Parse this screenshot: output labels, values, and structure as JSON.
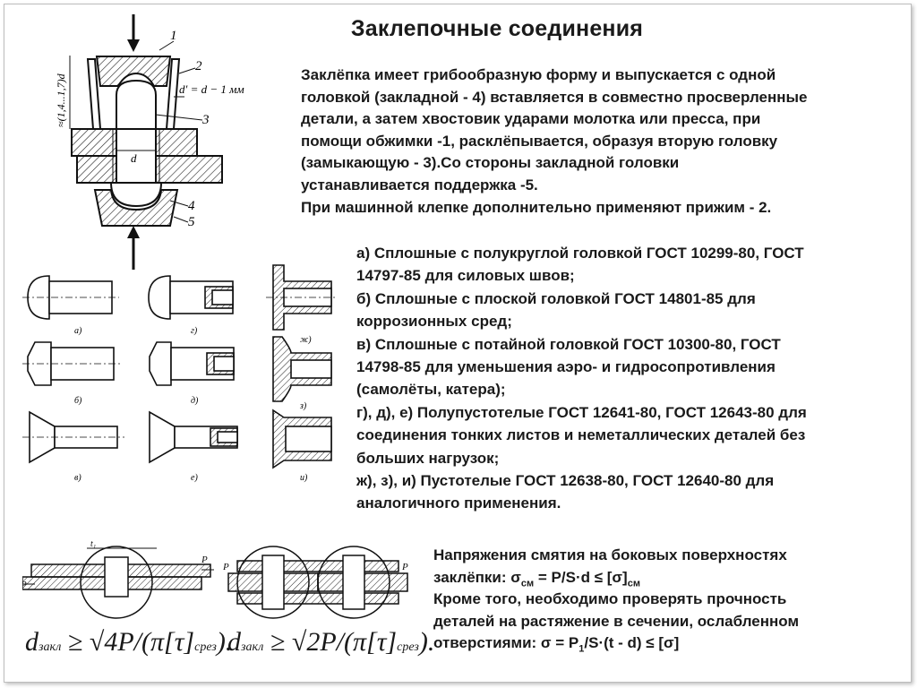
{
  "title": "Заклепочные соединения",
  "intro": [
    "Заклёпка имеет грибообразную форму и выпускается с одной",
    "головкой (закладной - 4) вставляется в совместно просверленные",
    "детали, а затем хвостовик ударами молотка или пресса, при",
    "помощи обжимки -1, расклёпывается, образуя вторую головку",
    "(замыкающую - 3).Со стороны закладной головки",
    "устанавливается поддержка -5.",
    "При машинной клепке дополнительно применяют прижим - 2."
  ],
  "types": [
    "а) Сплошные с полукруглой головкой ГОСТ 10299-80, ГОСТ",
    "14797-85 для силовых швов;",
    "б) Сплошные с плоской головкой ГОСТ 14801-85 для",
    "коррозионных сред;",
    "в) Сплошные с потайной головкой ГОСТ 10300-80, ГОСТ",
    "14798-85 для уменьшения аэро- и гидросопротивления",
    "(самолёты, катера);",
    "г), д), е) Полупустотелые ГОСТ 12641-80, ГОСТ 12643-80 для",
    "соединения тонких листов и неметаллических деталей без",
    "больших нагрузок;",
    "ж), з), и) Пустотелые ГОСТ 12638-80, ГОСТ 12640-80 для",
    "аналогичного применения."
  ],
  "stress": {
    "line1": "Напряжения смятия на боковых поверхностях",
    "line2_pre": "заклёпки: σ",
    "line2_sub1": "см",
    "line2_mid": " = P/S·d ≤ [σ]",
    "line2_sub2": "см",
    "line3": "Кроме того, необходимо проверять прочность",
    "line4": "деталей на растяжение в сечении, ослабленном",
    "line5_pre": "отверстиями: σ = P",
    "line5_sub": "1",
    "line5_post": "/S·(t - d) ≤ [σ]"
  },
  "diagram": {
    "callouts": [
      "1",
      "2",
      "3",
      "4",
      "5"
    ],
    "dim_height": "≈(1,4...1,7)d",
    "dim_hole": "d′ = d − 1 мм",
    "dim_d": "d"
  },
  "rivet_labels": [
    "а)",
    "г)",
    "ж)",
    "б)",
    "д)",
    "з)",
    "в)",
    "е)",
    "и)"
  ],
  "joint": {
    "force": "P",
    "pitch": "t₁"
  },
  "formulas": {
    "f1_lhs": "d",
    "f1_sub": "закл",
    "f1_body": "≥ √4P/(π[τ]",
    "f1_tail": ").",
    "f2_lhs": "d",
    "f2_sub": "закл",
    "f2_body": "≥ √2P/(π[τ]",
    "f2_tail": ").",
    "tail_sub": "срез"
  }
}
